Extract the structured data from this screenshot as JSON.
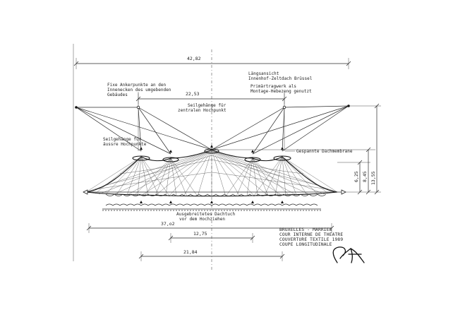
{
  "dimensions": {
    "overall_width": "42,82",
    "anchor_span": "22,53",
    "base_width": "37,o2",
    "inner_span": "12,75",
    "lower_span": "21,84",
    "height_1": "6,25",
    "height_2": "8,45",
    "height_3": "13,55"
  },
  "labels": {
    "view_line1": "Längsansicht",
    "view_line2": "Innenhof-Zeltdach Brüssel",
    "primary_line1": "Primärtragwerk als",
    "primary_line2": "Montage-Hebezeng genutzt",
    "anchor_line1": "Fixe Ankerpunkte an den",
    "anchor_line2": "Innenecken des umgebenden",
    "anchor_line3": "Gebäudes",
    "central_line1": "Seilgehänge für",
    "central_line2": "zentralen Hochpunkt",
    "outer_line1": "Seilgehänge für",
    "outer_line2": "äussre Hochpunkte",
    "membrane": "Gespannte Dachmembrane",
    "spread_line1": "Ausgebreitetes Dachtuch",
    "spread_line2": "vor dem Hochziehen"
  },
  "title_block": [
    "BRUXELLES - MARRIES",
    "COUR INTERNE DE THEATRE",
    "COUVERTURE TEXTILE 1989",
    "COUPE LONGITUDINALE"
  ],
  "icons": {
    "signature": "signature-mark"
  }
}
